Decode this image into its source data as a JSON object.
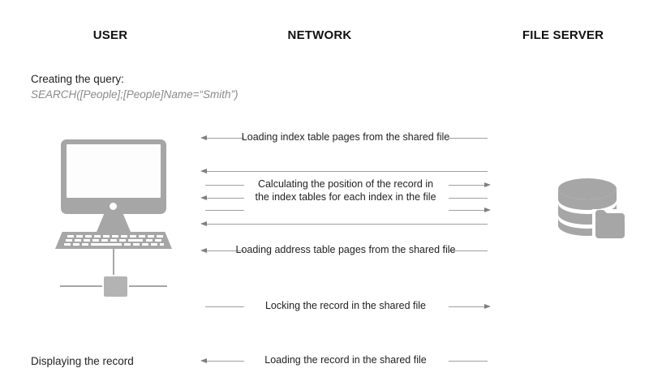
{
  "diagram": {
    "title_columns": [
      {
        "id": "user",
        "label": "USER"
      },
      {
        "id": "network",
        "label": "NETWORK"
      },
      {
        "id": "server",
        "label": "FILE SERVER"
      }
    ],
    "query": {
      "caption": "Creating the query:",
      "code": "SEARCH([People];[People]Name=“Smith”)"
    },
    "footer": {
      "caption": "Displaying the record"
    },
    "icons": {
      "user_icon": "desktop-computer-icon",
      "server_icon": "database-folder-icon"
    },
    "colors": {
      "icon_gray": "#a6a6a6",
      "line_gray": "#a0a0a0",
      "arrowhead_gray": "#7f7f7f",
      "text_dark": "#222222",
      "code_gray": "#8a8a8a"
    },
    "messages": [
      {
        "id": "m1",
        "label": "Loading index table pages from the shared file",
        "direction": "left",
        "style": "split"
      },
      {
        "id": "m2",
        "label": "",
        "direction": "left",
        "style": "full"
      },
      {
        "id": "m3",
        "label": "Calculating the position of the record in",
        "direction": "right",
        "style": "split"
      },
      {
        "id": "m4",
        "label": "the index tables for each index in the file",
        "direction": "left",
        "style": "split"
      },
      {
        "id": "m5",
        "label": "",
        "direction": "right",
        "style": "split"
      },
      {
        "id": "m6",
        "label": "",
        "direction": "left",
        "style": "full"
      },
      {
        "id": "m7",
        "label": "Loading address table pages from the shared file",
        "direction": "left",
        "style": "split"
      },
      {
        "id": "m8",
        "label": "Locking the record in the shared file",
        "direction": "right",
        "style": "split"
      },
      {
        "id": "m9",
        "label": "Loading the record in the shared file",
        "direction": "left",
        "style": "split"
      }
    ],
    "middle_group_text": {
      "line1": "Calculating the position of the record in",
      "line2": "the index tables for each index in the file"
    }
  }
}
